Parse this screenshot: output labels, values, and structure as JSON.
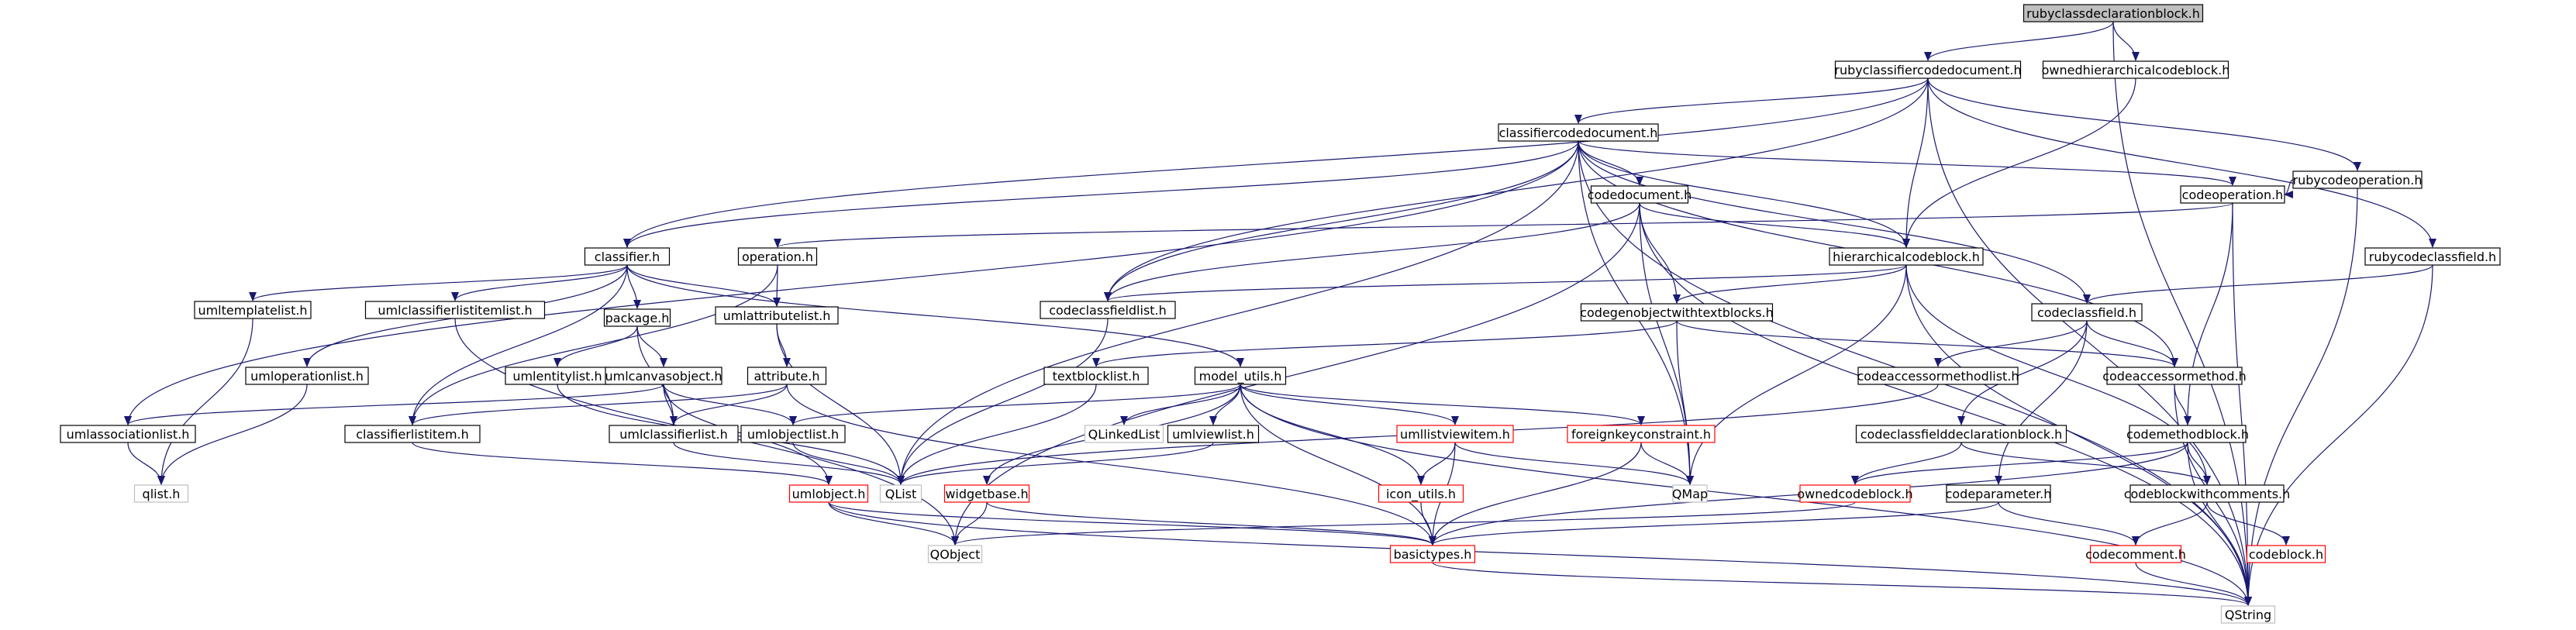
{
  "graph": {
    "title": "rubyclassdeclarationblock.h include dependency graph",
    "colors": {
      "edge": "#191970",
      "root_fill": "#bfbfbf",
      "documented_border": "#000000",
      "undocumented_border": "#ff0000",
      "external_border": "#bfbfbf"
    },
    "nodes": [
      {
        "id": "rubyclassdeclarationblock",
        "label": "rubyclassdeclarationblock.h",
        "kind": "root"
      },
      {
        "id": "rubyclassifiercodedocument",
        "label": "rubyclassifiercodedocument.h",
        "kind": "doc"
      },
      {
        "id": "ownedhierarchicalcodeblock",
        "label": "ownedhierarchicalcodeblock.h",
        "kind": "doc"
      },
      {
        "id": "classifiercodedocument",
        "label": "classifiercodedocument.h",
        "kind": "doc"
      },
      {
        "id": "rubycodeoperation",
        "label": "rubycodeoperation.h",
        "kind": "doc"
      },
      {
        "id": "codedocument",
        "label": "codedocument.h",
        "kind": "doc"
      },
      {
        "id": "codeoperation",
        "label": "codeoperation.h",
        "kind": "doc"
      },
      {
        "id": "classifier",
        "label": "classifier.h",
        "kind": "doc"
      },
      {
        "id": "operation",
        "label": "operation.h",
        "kind": "doc"
      },
      {
        "id": "hierarchicalcodeblock",
        "label": "hierarchicalcodeblock.h",
        "kind": "doc"
      },
      {
        "id": "rubycodeclassfield",
        "label": "rubycodeclassfield.h",
        "kind": "doc"
      },
      {
        "id": "umltemplatelist",
        "label": "umltemplatelist.h",
        "kind": "doc"
      },
      {
        "id": "umlclassifierlistitemlist",
        "label": "umlclassifierlistitemlist.h",
        "kind": "doc"
      },
      {
        "id": "package",
        "label": "package.h",
        "kind": "doc"
      },
      {
        "id": "umlattributelist",
        "label": "umlattributelist.h",
        "kind": "doc"
      },
      {
        "id": "codeclassfieldlist",
        "label": "codeclassfieldlist.h",
        "kind": "doc"
      },
      {
        "id": "codegenobjectwithtextblocks",
        "label": "codegenobjectwithtextblocks.h",
        "kind": "doc"
      },
      {
        "id": "codeclassfield",
        "label": "codeclassfield.h",
        "kind": "doc"
      },
      {
        "id": "umloperationlist",
        "label": "umloperationlist.h",
        "kind": "doc"
      },
      {
        "id": "umlentitylist",
        "label": "umlentitylist.h",
        "kind": "doc"
      },
      {
        "id": "umlcanvasobject",
        "label": "umlcanvasobject.h",
        "kind": "doc"
      },
      {
        "id": "attribute",
        "label": "attribute.h",
        "kind": "doc"
      },
      {
        "id": "textblocklist",
        "label": "textblocklist.h",
        "kind": "doc"
      },
      {
        "id": "model_utils",
        "label": "model_utils.h",
        "kind": "doc"
      },
      {
        "id": "codeaccessormethodlist",
        "label": "codeaccessormethodlist.h",
        "kind": "doc"
      },
      {
        "id": "codeaccessormethod",
        "label": "codeaccessormethod.h",
        "kind": "doc"
      },
      {
        "id": "umlassociationlist",
        "label": "umlassociationlist.h",
        "kind": "doc"
      },
      {
        "id": "classifierlistitem",
        "label": "classifierlistitem.h",
        "kind": "doc"
      },
      {
        "id": "umlclassifierlist",
        "label": "umlclassifierlist.h",
        "kind": "doc"
      },
      {
        "id": "umlobjectlist",
        "label": "umlobjectlist.h",
        "kind": "doc"
      },
      {
        "id": "qlinkedlist",
        "label": "QLinkedList",
        "kind": "ext"
      },
      {
        "id": "umlviewlist",
        "label": "umlviewlist.h",
        "kind": "doc"
      },
      {
        "id": "umllistviewitem",
        "label": "umllistviewitem.h",
        "kind": "undoc"
      },
      {
        "id": "foreignkeyconstraint",
        "label": "foreignkeyconstraint.h",
        "kind": "undoc"
      },
      {
        "id": "codeclassfielddeclarationblock",
        "label": "codeclassfielddeclarationblock.h",
        "kind": "doc"
      },
      {
        "id": "codemethodblock",
        "label": "codemethodblock.h",
        "kind": "doc"
      },
      {
        "id": "qlist_h",
        "label": "qlist.h",
        "kind": "ext"
      },
      {
        "id": "umlobject",
        "label": "umlobject.h",
        "kind": "undoc"
      },
      {
        "id": "qlist",
        "label": "QList",
        "kind": "ext"
      },
      {
        "id": "widgetbase",
        "label": "widgetbase.h",
        "kind": "undoc"
      },
      {
        "id": "icon_utils",
        "label": "icon_utils.h",
        "kind": "undoc"
      },
      {
        "id": "qmap",
        "label": "QMap",
        "kind": "ext"
      },
      {
        "id": "ownedcodeblock",
        "label": "ownedcodeblock.h",
        "kind": "undoc"
      },
      {
        "id": "codeparameter",
        "label": "codeparameter.h",
        "kind": "doc"
      },
      {
        "id": "codeblockwithcomments",
        "label": "codeblockwithcomments.h",
        "kind": "doc"
      },
      {
        "id": "qobject",
        "label": "QObject",
        "kind": "ext"
      },
      {
        "id": "basictypes",
        "label": "basictypes.h",
        "kind": "undoc"
      },
      {
        "id": "codecomment",
        "label": "codecomment.h",
        "kind": "undoc"
      },
      {
        "id": "codeblock",
        "label": "codeblock.h",
        "kind": "undoc"
      },
      {
        "id": "qstring",
        "label": "QString",
        "kind": "ext"
      }
    ],
    "edges": [
      [
        "rubyclassdeclarationblock",
        "rubyclassifiercodedocument"
      ],
      [
        "rubyclassdeclarationblock",
        "ownedhierarchicalcodeblock"
      ],
      [
        "rubyclassdeclarationblock",
        "qstring"
      ],
      [
        "rubyclassifiercodedocument",
        "classifiercodedocument"
      ],
      [
        "rubyclassifiercodedocument",
        "rubycodeoperation"
      ],
      [
        "rubyclassifiercodedocument",
        "rubycodeclassfield"
      ],
      [
        "rubyclassifiercodedocument",
        "classifier"
      ],
      [
        "rubyclassifiercodedocument",
        "hierarchicalcodeblock"
      ],
      [
        "rubyclassifiercodedocument",
        "codeclassfieldlist"
      ],
      [
        "rubyclassifiercodedocument",
        "qstring"
      ],
      [
        "ownedhierarchicalcodeblock",
        "hierarchicalcodeblock"
      ],
      [
        "classifiercodedocument",
        "codedocument"
      ],
      [
        "classifiercodedocument",
        "codeoperation"
      ],
      [
        "classifiercodedocument",
        "classifier"
      ],
      [
        "classifiercodedocument",
        "hierarchicalcodeblock"
      ],
      [
        "classifiercodedocument",
        "codeclassfieldlist"
      ],
      [
        "classifiercodedocument",
        "codeclassfield"
      ],
      [
        "classifiercodedocument",
        "codeaccessormethod"
      ],
      [
        "classifiercodedocument",
        "umlassociationlist"
      ],
      [
        "classifiercodedocument",
        "qlist"
      ],
      [
        "classifiercodedocument",
        "qmap"
      ],
      [
        "classifiercodedocument",
        "qstring"
      ],
      [
        "rubycodeoperation",
        "codeoperation"
      ],
      [
        "rubycodeoperation",
        "qstring"
      ],
      [
        "codedocument",
        "hierarchicalcodeblock"
      ],
      [
        "codedocument",
        "codegenobjectwithtextblocks"
      ],
      [
        "codedocument",
        "codeclassfieldlist"
      ],
      [
        "codedocument",
        "qmap"
      ],
      [
        "codedocument",
        "qstring"
      ],
      [
        "codedocument",
        "qobject"
      ],
      [
        "codeoperation",
        "operation"
      ],
      [
        "codeoperation",
        "codemethodblock"
      ],
      [
        "codeoperation",
        "qstring"
      ],
      [
        "rubycodeclassfield",
        "codeclassfield"
      ],
      [
        "rubycodeclassfield",
        "qstring"
      ],
      [
        "classifier",
        "umltemplatelist"
      ],
      [
        "classifier",
        "umlclassifierlistitemlist"
      ],
      [
        "classifier",
        "package"
      ],
      [
        "classifier",
        "umlattributelist"
      ],
      [
        "classifier",
        "umloperationlist"
      ],
      [
        "classifier",
        "classifierlistitem"
      ],
      [
        "classifier",
        "model_utils"
      ],
      [
        "operation",
        "umlattributelist"
      ],
      [
        "operation",
        "classifierlistitem"
      ],
      [
        "hierarchicalcodeblock",
        "codegenobjectwithtextblocks"
      ],
      [
        "hierarchicalcodeblock",
        "codeclassfieldlist"
      ],
      [
        "hierarchicalcodeblock",
        "codeblockwithcomments"
      ],
      [
        "hierarchicalcodeblock",
        "qmap"
      ],
      [
        "hierarchicalcodeblock",
        "qstring"
      ],
      [
        "umltemplatelist",
        "qlist_h"
      ],
      [
        "umlclassifierlistitemlist",
        "qobject"
      ],
      [
        "package",
        "umlentitylist"
      ],
      [
        "package",
        "umlcanvasobject"
      ],
      [
        "package",
        "umlclassifierlist"
      ],
      [
        "umlattributelist",
        "attribute"
      ],
      [
        "umlattributelist",
        "qlist"
      ],
      [
        "codeclassfieldlist",
        "qlist"
      ],
      [
        "codegenobjectwithtextblocks",
        "textblocklist"
      ],
      [
        "codegenobjectwithtextblocks",
        "codeaccessormethod"
      ],
      [
        "codegenobjectwithtextblocks",
        "qmap"
      ],
      [
        "codeclassfield",
        "codeaccessormethodlist"
      ],
      [
        "codeclassfield",
        "codeaccessormethod"
      ],
      [
        "codeclassfield",
        "codeclassfielddeclarationblock"
      ],
      [
        "codeclassfield",
        "codeparameter"
      ],
      [
        "umloperationlist",
        "qlist_h"
      ],
      [
        "umlentitylist",
        "qlist"
      ],
      [
        "umlcanvasobject",
        "umlassociationlist"
      ],
      [
        "umlcanvasobject",
        "umlclassifierlist"
      ],
      [
        "umlcanvasobject",
        "umlobjectlist"
      ],
      [
        "umlcanvasobject",
        "umlobject"
      ],
      [
        "attribute",
        "classifierlistitem"
      ],
      [
        "attribute",
        "umlclassifierlist"
      ],
      [
        "attribute",
        "basictypes"
      ],
      [
        "textblocklist",
        "qlist"
      ],
      [
        "model_utils",
        "umlobjectlist"
      ],
      [
        "model_utils",
        "qlinkedlist"
      ],
      [
        "model_utils",
        "umlviewlist"
      ],
      [
        "model_utils",
        "umllistviewitem"
      ],
      [
        "model_utils",
        "foreignkeyconstraint"
      ],
      [
        "model_utils",
        "icon_utils"
      ],
      [
        "model_utils",
        "widgetbase"
      ],
      [
        "model_utils",
        "basictypes"
      ],
      [
        "model_utils",
        "qstring"
      ],
      [
        "codeaccessormethodlist",
        "qlist"
      ],
      [
        "codeaccessormethod",
        "codemethodblock"
      ],
      [
        "codeaccessormethod",
        "qstring"
      ],
      [
        "umlassociationlist",
        "qlist_h"
      ],
      [
        "classifierlistitem",
        "umlobject"
      ],
      [
        "umlclassifierlist",
        "qlist"
      ],
      [
        "umlobjectlist",
        "qlist"
      ],
      [
        "umlviewlist",
        "qlist"
      ],
      [
        "umllistviewitem",
        "icon_utils"
      ],
      [
        "umllistviewitem",
        "basictypes"
      ],
      [
        "umllistviewitem",
        "qmap"
      ],
      [
        "foreignkeyconstraint",
        "basictypes"
      ],
      [
        "foreignkeyconstraint",
        "qmap"
      ],
      [
        "codeclassfielddeclarationblock",
        "ownedcodeblock"
      ],
      [
        "codeclassfielddeclarationblock",
        "codeblockwithcomments"
      ],
      [
        "codemethodblock",
        "ownedcodeblock"
      ],
      [
        "codemethodblock",
        "codeblockwithcomments"
      ],
      [
        "codemethodblock",
        "basictypes"
      ],
      [
        "codemethodblock",
        "qstring"
      ],
      [
        "umlobject",
        "qobject"
      ],
      [
        "umlobject",
        "basictypes"
      ],
      [
        "umlobject",
        "qstring"
      ],
      [
        "widgetbase",
        "qobject"
      ],
      [
        "widgetbase",
        "basictypes"
      ],
      [
        "icon_utils",
        "basictypes"
      ],
      [
        "ownedcodeblock",
        "qobject"
      ],
      [
        "codeparameter",
        "basictypes"
      ],
      [
        "codeparameter",
        "codecomment"
      ],
      [
        "codeblockwithcomments",
        "codecomment"
      ],
      [
        "codeblockwithcomments",
        "codeblock"
      ],
      [
        "basictypes",
        "qstring"
      ],
      [
        "codecomment",
        "qstring"
      ]
    ]
  }
}
